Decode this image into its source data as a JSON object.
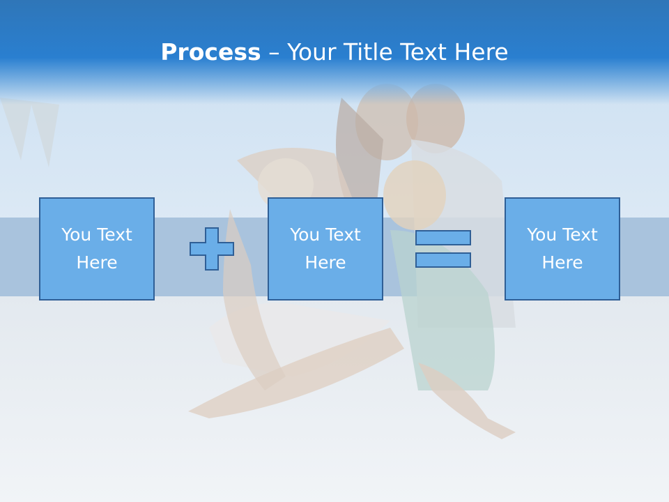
{
  "slide": {
    "title_bold": "Process",
    "title_rest": " – Your Title Text Here",
    "boxes": [
      {
        "line1": "You Text",
        "line2": "Here"
      },
      {
        "line1": "You Text",
        "line2": "Here"
      },
      {
        "line1": "You Text",
        "line2": "Here"
      }
    ],
    "operators": [
      "plus-icon",
      "equals-icon"
    ]
  },
  "colors": {
    "title_bar": "#2a7fd0",
    "box_fill": "#6aaee8",
    "box_border": "#2f5f96",
    "operator_fill": "#6aaee8",
    "title_text": "#ffffff"
  },
  "background": {
    "description_icon": "beach-family-photo"
  }
}
